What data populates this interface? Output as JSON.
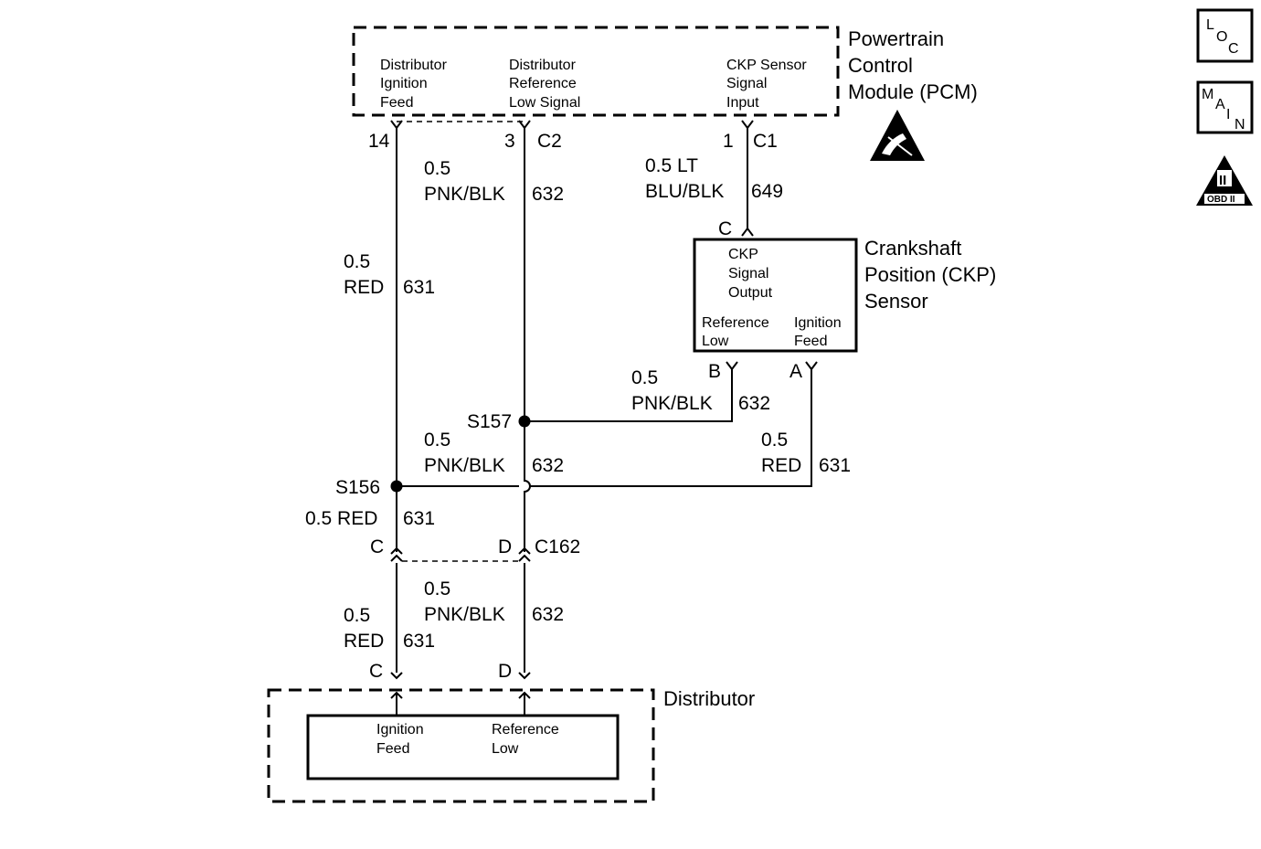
{
  "pcm": {
    "name": [
      "Powertrain",
      "Control",
      "Module (PCM)"
    ],
    "terminal_ignition": [
      "Distributor",
      "Ignition",
      "Feed"
    ],
    "terminal_ref_low": [
      "Distributor",
      "Reference",
      "Low Signal"
    ],
    "terminal_ckp": [
      "CKP Sensor",
      "Signal",
      "Input"
    ],
    "pin_ignition": "14",
    "pin_ref_low": "3",
    "pin_ckp": "1",
    "connector_c2": "C2",
    "connector_c1": "C1"
  },
  "ckp_sensor": {
    "name": [
      "Crankshaft",
      "Position (CKP)",
      "Sensor"
    ],
    "terminal_signal": [
      "CKP",
      "Signal",
      "Output"
    ],
    "terminal_ref_low": [
      "Reference",
      "Low"
    ],
    "terminal_ign": [
      "Ignition",
      "Feed"
    ],
    "pin_c": "C",
    "pin_b": "B",
    "pin_a": "A"
  },
  "distributor": {
    "name": "Distributor",
    "terminal_ign": [
      "Ignition",
      "Feed"
    ],
    "terminal_ref": [
      "Reference",
      "Low"
    ],
    "pin_c": "C",
    "pin_d": "D"
  },
  "connector_c162": {
    "pin_c": "C",
    "pin_d": "D",
    "name": "C162"
  },
  "splices": {
    "s157": "S157",
    "s156": "S156"
  },
  "wires": {
    "pcm_ref": {
      "size": "0.5",
      "color": "PNK/BLK",
      "circuit": "632"
    },
    "pcm_ckp": {
      "size": "0.5 LT",
      "color": "BLU/BLK",
      "circuit": "649"
    },
    "pcm_ign": {
      "size": "0.5",
      "color": "RED",
      "circuit": "631"
    },
    "ckp_ref": {
      "size": "0.5",
      "color": "PNK/BLK",
      "circuit": "632"
    },
    "mid_ref": {
      "size": "0.5",
      "color": "PNK/BLK",
      "circuit": "632"
    },
    "ckp_ign": {
      "size": "0.5",
      "color": "RED",
      "circuit": "631"
    },
    "ign_below_s156": {
      "label": "0.5 RED",
      "circuit": "631"
    },
    "low_ref": {
      "size": "0.5",
      "color": "PNK/BLK",
      "circuit": "632"
    },
    "low_ign": {
      "size": "0.5",
      "color": "RED",
      "circuit": "631"
    }
  },
  "icons": {
    "loc": [
      "L",
      "O",
      "C"
    ],
    "main": [
      "M",
      "A",
      "I",
      "N"
    ],
    "obd": {
      "top": "II",
      "bottom": "OBD II"
    },
    "esd": "esd-sensitive-icon"
  }
}
